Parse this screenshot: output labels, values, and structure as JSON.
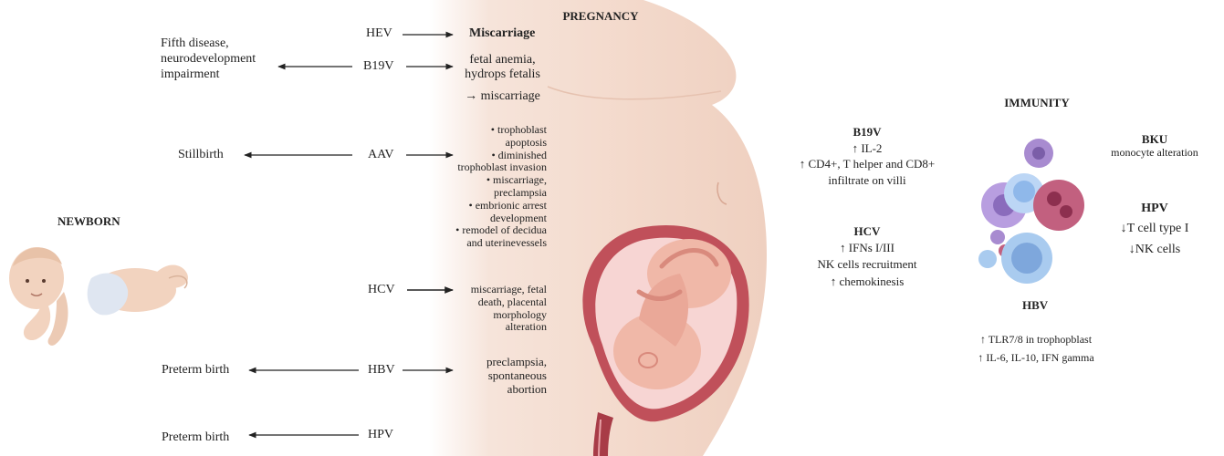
{
  "headings": {
    "pregnancy": "PREGNANCY",
    "newborn": "NEWBORN",
    "immunity": "IMMUNITY"
  },
  "viruses": {
    "hev": "HEV",
    "b19v": "B19V",
    "aav": "AAV",
    "hcv": "HCV",
    "hbv": "HBV",
    "hpv": "HPV"
  },
  "newborn_outcomes": {
    "b19v": [
      "Fifth disease,",
      "neurodevelopment",
      "impairment"
    ],
    "aav": [
      "Stillbirth"
    ],
    "hbv": [
      "Preterm birth"
    ],
    "hpv": [
      "Preterm birth"
    ]
  },
  "pregnancy_effects": {
    "hev": [
      "Miscarriage"
    ],
    "b19v": [
      "fetal anemia,",
      "hydrops fetalis",
      "→ miscarriage"
    ],
    "aav": [
      "• trophoblast",
      "apoptosis",
      "• diminished",
      "trophoblast invasion",
      "• miscarriage,",
      "preclampsia",
      "• embrionic arrest",
      "development",
      "• remodel of decidua",
      "and uterinevessels"
    ],
    "hcv": [
      "miscarriage, fetal",
      "death, placental",
      "morphology",
      "alteration"
    ],
    "hbv": [
      "preclampsia,",
      "spontaneous",
      "abortion"
    ]
  },
  "immunity": {
    "b19v": {
      "title": "B19V",
      "lines": [
        "↑ IL-2",
        "↑ CD4+, T helper and CD8+",
        "infiltrate on villi"
      ]
    },
    "hcv": {
      "title": "HCV",
      "lines": [
        "↑ IFNs I/III",
        "NK cells recruitment",
        "↑ chemokinesis"
      ]
    },
    "hbv": {
      "title": "HBV",
      "lines": [
        "↑ TLR7/8 in trophopblast",
        "↑ IL-6, IL-10, IFN gamma"
      ]
    },
    "bku": {
      "title": "BKU",
      "lines": [
        "monocyte alteration"
      ]
    },
    "hpv": {
      "title": "HPV",
      "lines": [
        "↓T cell type I",
        "↓NK cells"
      ]
    }
  },
  "colors": {
    "skin": "#f3d9cb",
    "uterus": "#c0505a",
    "amniotic": "#f7d5d3",
    "fetus": "#f0b8a8",
    "baby_skin": "#f2d3bf",
    "cell_purple": "#a88bd0",
    "cell_blue": "#a9cbef",
    "cell_magenta": "#c2607f"
  }
}
